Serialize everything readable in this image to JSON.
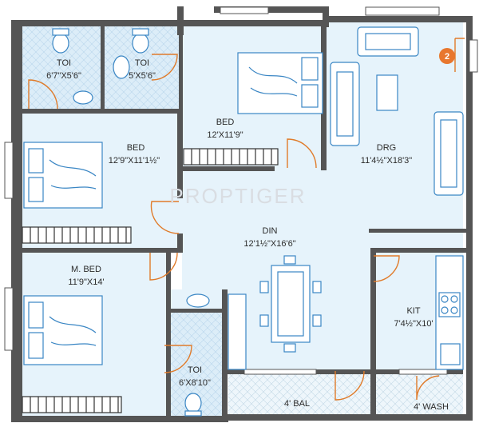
{
  "watermark": "PROPTIGER",
  "badge": "2",
  "colors": {
    "wall": "#555555",
    "floor": "#e6f3fb",
    "tile": "#d2e8f5",
    "door": "#e07b2a",
    "furniture_outline": "#3a86c4",
    "badge": "#e8772e"
  },
  "rooms": {
    "toi1": {
      "name": "TOI",
      "dim": "6'7\"X5'6\""
    },
    "toi2": {
      "name": "TOI",
      "dim": "5'X5'6\""
    },
    "bed_top": {
      "name": "BED",
      "dim": "12'X11'9\""
    },
    "bed_left": {
      "name": "BED",
      "dim": "12'9\"X11'1½\""
    },
    "drg": {
      "name": "DRG",
      "dim": "11'4½\"X18'3\""
    },
    "din": {
      "name": "DIN",
      "dim": "12'1½\"X16'6\""
    },
    "mbed": {
      "name": "M. BED",
      "dim": "11'9\"X14'"
    },
    "kit": {
      "name": "KIT",
      "dim": "7'4½\"X10'"
    },
    "toi3": {
      "name": "TOI",
      "dim": "6'X8'10\""
    },
    "bal": {
      "name": "4' BAL"
    },
    "wash": {
      "name": "4' WASH"
    }
  }
}
